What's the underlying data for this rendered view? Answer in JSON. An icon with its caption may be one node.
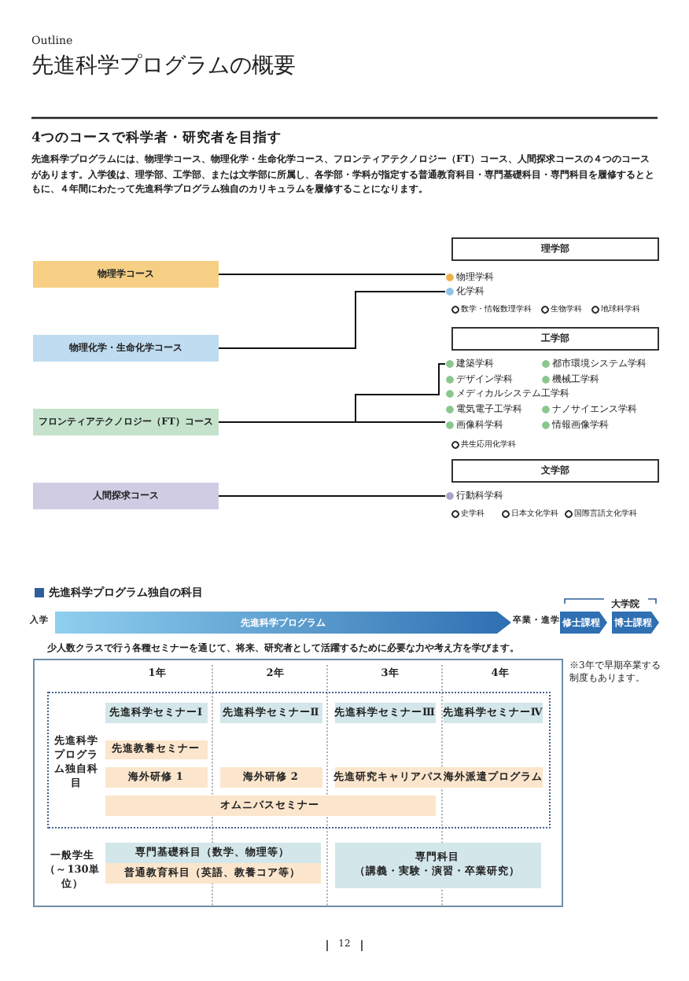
{
  "diagram": {
    "title": "先進科学プログラムの概要",
    "nodes": [
      {
        "text": [
          "物理学コース"
        ]
      },
      {
        "text": [
          "物理化学・生命化学コース"
        ]
      },
      {
        "text": [
          "フロンティアテクノロジー（FT）コース"
        ]
      },
      {
        "text": [
          "人間探求コース"
        ]
      },
      {
        "text": [
          "理学部"
        ]
      },
      {
        "text": [
          "物理学科"
        ]
      },
      {
        "text": [
          "化学科"
        ]
      },
      {
        "text": [
          "工学部"
        ]
      },
      {
        "text": [
          "建築学科"
        ]
      },
      {
        "text": [
          "画像科学科"
        ]
      },
      {
        "text": [
          "文学部"
        ]
      },
      {
        "text": [
          "行動科学科"
        ]
      },
      {
        "text": [
          "先進科学プログラム"
        ]
      },
      {
        "text": [
          "修士課程"
        ]
      },
      {
        "text": [
          "博士課程"
        ]
      },
      {
        "text": [],
        "shape": "box"
      },
      {
        "text": [
          "先進科学プログラム独自科目"
        ],
        "in": 15
      },
      {
        "text": [
          "先進科学セミナーⅠ"
        ],
        "in": 16
      },
      {
        "text": [
          "先進科学セミナーⅡ"
        ],
        "in": 16
      },
      {
        "text": [
          "先進科学セミナーⅢ"
        ],
        "in": 16
      },
      {
        "text": [
          "先進科学セミナーⅣ"
        ],
        "in": 16
      },
      {
        "text": [
          "先進教養セミナー"
        ],
        "in": 16
      },
      {
        "text": [
          "海外研修 1"
        ],
        "in": 16
      },
      {
        "text": [
          "海外研修 2"
        ],
        "in": 16
      },
      {
        "text": [
          "先進研究キャリアパス海外派遣プログラム"
        ],
        "in": 16
      },
      {
        "text": [
          "オムニバスセミナー"
        ],
        "in": 16
      },
      {
        "text": [
          "専門基礎科目（数学、物理等）"
        ],
        "in": 15
      },
      {
        "text": [
          "普通教育科目（英語、教養コア等）"
        ],
        "in": 15
      },
      {
        "text": [
          "専門科目",
          "（講義・実験・演習・卒業研究）"
        ],
        "in": 15
      }
    ],
    "edges": [
      {
        "from": 0,
        "to": 5,
        "arrow": "none"
      },
      {
        "from": 1,
        "to": 6,
        "arrow": "none"
      },
      {
        "from": 2,
        "to": 8,
        "arrow": "none"
      },
      {
        "from": 2,
        "to": 9,
        "arrow": "none"
      },
      {
        "from": 3,
        "to": 11,
        "arrow": "none"
      }
    ],
    "labels": [
      "Outline",
      "4つのコースで科学者・研究者を目指す",
      "先進科学プログラムには、物理学コース、物理化学・生命化学コース、フロンティアテクノロジー（FT）コース、人間探求コースの４つのコースがあります。入学後は、理学部、工学部、または文学部に所属し、各学部・学科が指定する普通教育科目・専門基礎科目・専門科目を履修するとともに、４年間にわたって先進科学プログラム独自のカリキュラムを履修することになります。",
      "数学・情報数理学科",
      "生物学科",
      "地球科学科",
      "都市環境システム学科",
      "デザイン学科",
      "機械工学科",
      "メディカルシステム工学科",
      "電気電子工学科",
      "ナノサイエンス学科",
      "情報画像学科",
      "共生応用化学科",
      "史学科",
      "日本文化学科",
      "国際言語文化学科",
      "先進科学プログラム独自の科目",
      "入学",
      "卒業・進学",
      "大学院",
      "少人数クラスで行う各種セミナーを通じて、将来、研究者として活躍するために必要な力や考え方を学びます。",
      "※3年で早期卒業する制度もあります。",
      "1年",
      "2年",
      "3年",
      "4年",
      "一般学生（～130単位）",
      "12"
    ]
  }
}
